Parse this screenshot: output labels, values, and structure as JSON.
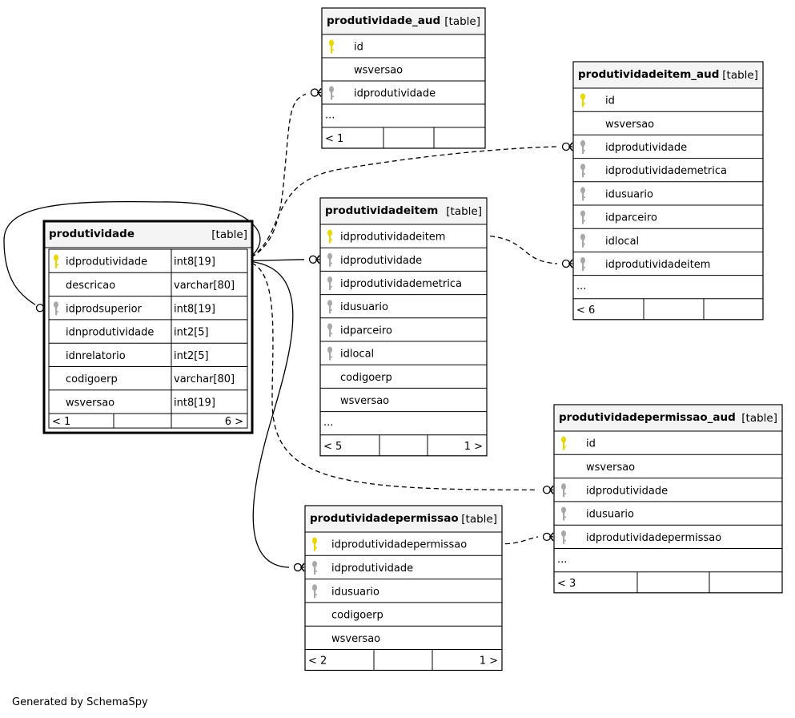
{
  "footer": "Generated by SchemaSpy",
  "tables": [
    {
      "id": "produtividade",
      "name": "produtividade",
      "tag": "[table]",
      "selected": true,
      "show_types": true,
      "columns": [
        {
          "name": "idprodutividade",
          "type": "int8[19]",
          "key": "pk"
        },
        {
          "name": "descricao",
          "type": "varchar[80]",
          "key": ""
        },
        {
          "name": "idprodsuperior",
          "type": "int8[19]",
          "key": "fk"
        },
        {
          "name": "idnprodutividade",
          "type": "int2[5]",
          "key": ""
        },
        {
          "name": "idnrelatorio",
          "type": "int2[5]",
          "key": ""
        },
        {
          "name": "codigoerp",
          "type": "varchar[80]",
          "key": ""
        },
        {
          "name": "wsversao",
          "type": "int8[19]",
          "key": ""
        }
      ],
      "has_ellipsis": false,
      "footer": {
        "left": "< 1",
        "mid": "",
        "right": "6 >"
      }
    },
    {
      "id": "produtividade_aud",
      "name": "produtividade_aud",
      "tag": "[table]",
      "selected": false,
      "show_types": false,
      "columns": [
        {
          "name": "id",
          "key": "pk"
        },
        {
          "name": "wsversao",
          "key": ""
        },
        {
          "name": "idprodutividade",
          "key": "fk"
        }
      ],
      "has_ellipsis": true,
      "ellipsis": "...",
      "footer": {
        "left": "< 1",
        "mid": "",
        "right": ""
      }
    },
    {
      "id": "produtividadeitem_aud",
      "name": "produtividadeitem_aud",
      "tag": "[table]",
      "selected": false,
      "show_types": false,
      "columns": [
        {
          "name": "id",
          "key": "pk"
        },
        {
          "name": "wsversao",
          "key": ""
        },
        {
          "name": "idprodutividade",
          "key": "fk"
        },
        {
          "name": "idprodutividademetrica",
          "key": "fk"
        },
        {
          "name": "idusuario",
          "key": "fk"
        },
        {
          "name": "idparceiro",
          "key": "fk"
        },
        {
          "name": "idlocal",
          "key": "fk"
        },
        {
          "name": "idprodutividadeitem",
          "key": "fk"
        }
      ],
      "has_ellipsis": true,
      "ellipsis": "...",
      "footer": {
        "left": "< 6",
        "mid": "",
        "right": ""
      }
    },
    {
      "id": "produtividadeitem",
      "name": "produtividadeitem",
      "tag": "[table]",
      "selected": false,
      "show_types": false,
      "columns": [
        {
          "name": "idprodutividadeitem",
          "key": "pk"
        },
        {
          "name": "idprodutividade",
          "key": "fk"
        },
        {
          "name": "idprodutividademetrica",
          "key": "fk"
        },
        {
          "name": "idusuario",
          "key": "fk"
        },
        {
          "name": "idparceiro",
          "key": "fk"
        },
        {
          "name": "idlocal",
          "key": "fk"
        },
        {
          "name": "codigoerp",
          "key": ""
        },
        {
          "name": "wsversao",
          "key": ""
        }
      ],
      "has_ellipsis": true,
      "ellipsis": "...",
      "footer": {
        "left": "< 5",
        "mid": "",
        "right": "1 >"
      }
    },
    {
      "id": "produtividadepermissao_aud",
      "name": "produtividadepermissao_aud",
      "tag": "[table]",
      "selected": false,
      "show_types": false,
      "columns": [
        {
          "name": "id",
          "key": "pk"
        },
        {
          "name": "wsversao",
          "key": ""
        },
        {
          "name": "idprodutividade",
          "key": "fk"
        },
        {
          "name": "idusuario",
          "key": "fk"
        },
        {
          "name": "idprodutividadepermissao",
          "key": "fk"
        }
      ],
      "has_ellipsis": true,
      "ellipsis": "...",
      "footer": {
        "left": "< 3",
        "mid": "",
        "right": ""
      }
    },
    {
      "id": "produtividadepermissao",
      "name": "produtividadepermissao",
      "tag": "[table]",
      "selected": false,
      "show_types": false,
      "columns": [
        {
          "name": "idprodutividadepermissao",
          "key": "pk"
        },
        {
          "name": "idprodutividade",
          "key": "fk"
        },
        {
          "name": "idusuario",
          "key": "fk"
        },
        {
          "name": "codigoerp",
          "key": ""
        },
        {
          "name": "wsversao",
          "key": ""
        }
      ],
      "has_ellipsis": false,
      "footer": {
        "left": "< 2",
        "mid": "",
        "right": "1 >"
      }
    }
  ],
  "relationships": [
    {
      "from": "produtividade.idprodutividade",
      "to": "produtividade.idprodsuperior",
      "style": "solid"
    },
    {
      "from": "produtividade.idprodutividade",
      "to": "produtividade_aud.idprodutividade",
      "style": "dashed"
    },
    {
      "from": "produtividade.idprodutividade",
      "to": "produtividadeitem_aud.idprodutividade",
      "style": "dashed"
    },
    {
      "from": "produtividade.idprodutividade",
      "to": "produtividadeitem.idprodutividade",
      "style": "solid"
    },
    {
      "from": "produtividadeitem.idprodutividadeitem",
      "to": "produtividadeitem_aud.idprodutividadeitem",
      "style": "dashed"
    },
    {
      "from": "produtividade.idprodutividade",
      "to": "produtividadepermissao_aud.idprodutividade",
      "style": "dashed"
    },
    {
      "from": "produtividade.idprodutividade",
      "to": "produtividadepermissao.idprodutividade",
      "style": "solid"
    },
    {
      "from": "produtividadepermissao.idprodutividadepermissao",
      "to": "produtividadepermissao_aud.idprodutividadepermissao",
      "style": "dashed"
    }
  ],
  "colors": {
    "header_bg": "#f4f4f4",
    "line": "#000000",
    "pk_key": "#e8d800",
    "fk_key": "#a8a8a8"
  }
}
